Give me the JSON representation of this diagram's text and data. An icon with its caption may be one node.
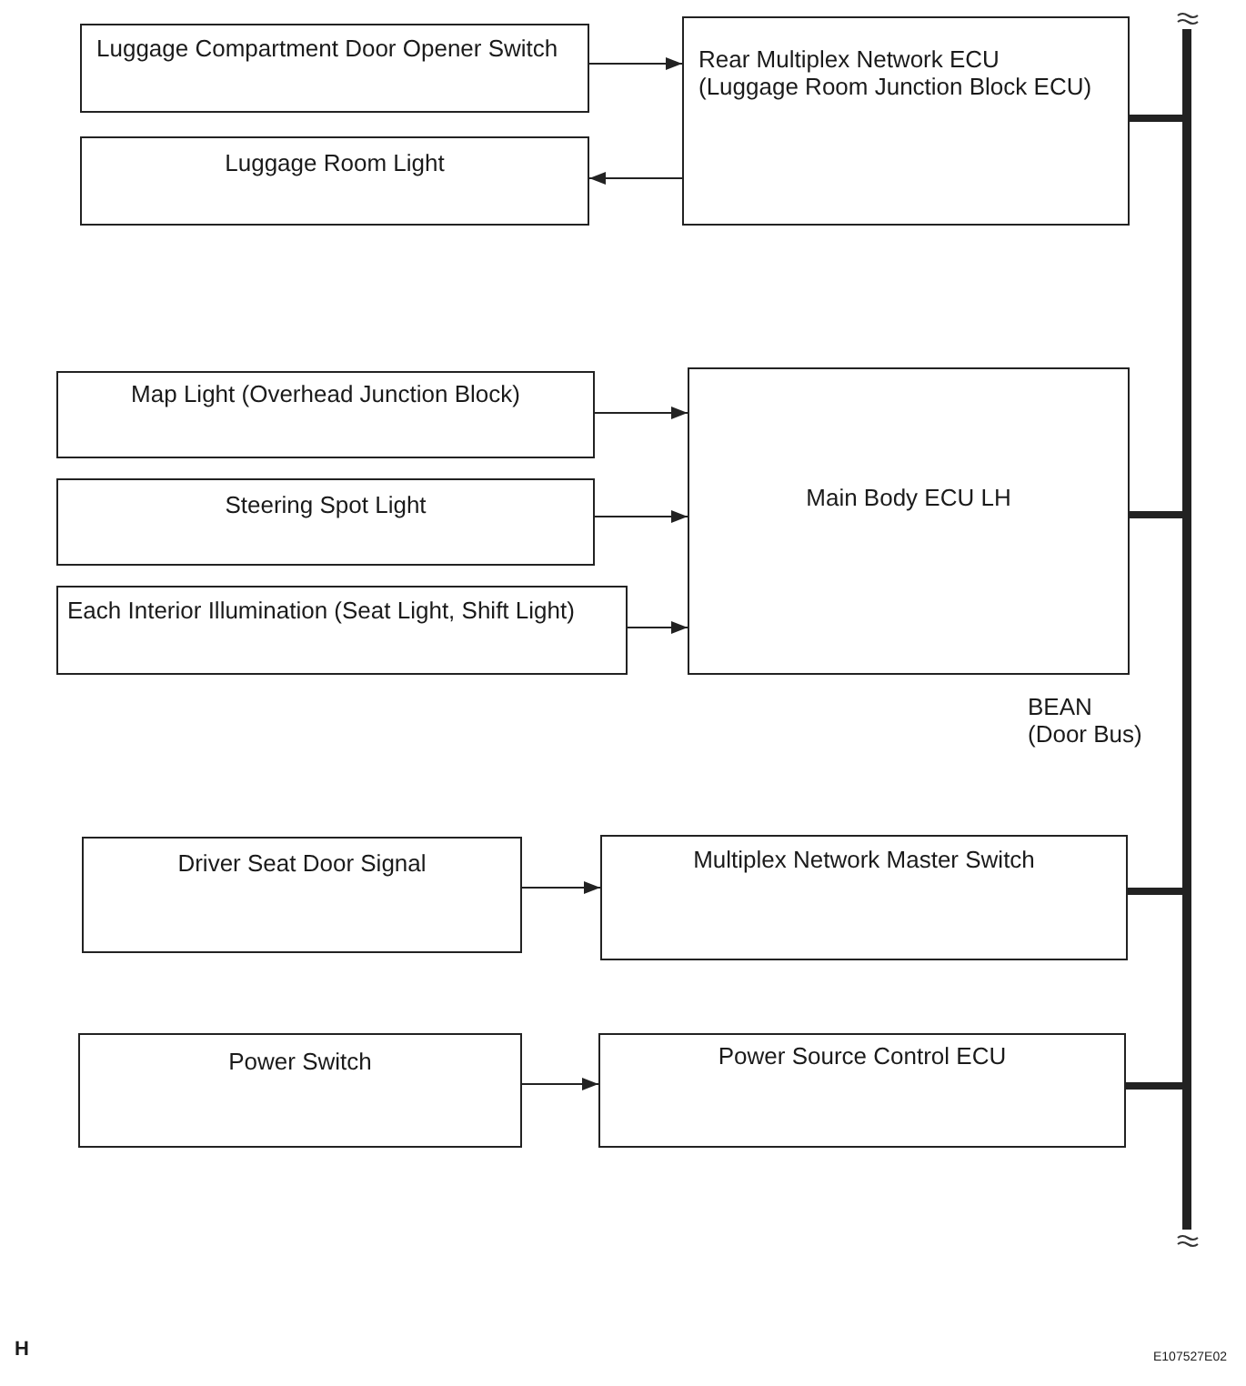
{
  "diagram": {
    "nodes": [
      {
        "text": [
          "Luggage Compartment Door Opener Switch"
        ]
      },
      {
        "text": [
          "Rear Multiplex Network ECU (Luggage Room Junction Block ECU)"
        ]
      },
      {
        "text": [
          "Luggage Room Light"
        ]
      },
      {
        "text": [
          "Map Light (Overhead Junction Block)"
        ]
      },
      {
        "text": [
          "Main Body ECU LH"
        ]
      },
      {
        "text": [
          "Steering Spot Light"
        ]
      },
      {
        "text": [
          "Each Interior Illumination (Seat Light, Shift Light)"
        ]
      },
      {
        "text": [
          "Driver Seat Door Signal"
        ]
      },
      {
        "text": [
          "Multiplex Network Master Switch"
        ]
      },
      {
        "text": [
          "Power Switch"
        ]
      },
      {
        "text": [
          "Power Source Control ECU"
        ]
      },
      {
        "text": [],
        "shape": "bar"
      }
    ],
    "edges": [
      {
        "from": 0,
        "to": 1,
        "arrow": "to"
      },
      {
        "from": 1,
        "to": 11,
        "arrow": "none",
        "style": "thick"
      },
      {
        "from": 1,
        "to": 2,
        "arrow": "to"
      },
      {
        "from": 3,
        "to": 4,
        "arrow": "to"
      },
      {
        "from": 5,
        "to": 4,
        "arrow": "to"
      },
      {
        "from": 4,
        "to": 11,
        "arrow": "none",
        "style": "thick"
      },
      {
        "from": 6,
        "to": 4,
        "arrow": "to"
      },
      {
        "from": 7,
        "to": 8,
        "arrow": "to"
      },
      {
        "from": 8,
        "to": 11,
        "arrow": "none",
        "style": "thick"
      },
      {
        "from": 9,
        "to": 10,
        "arrow": "to"
      },
      {
        "from": 10,
        "to": 11,
        "arrow": "none",
        "style": "thick"
      }
    ],
    "labels": [
      "BEAN (Door Bus)",
      "H",
      "E107527E02"
    ]
  }
}
